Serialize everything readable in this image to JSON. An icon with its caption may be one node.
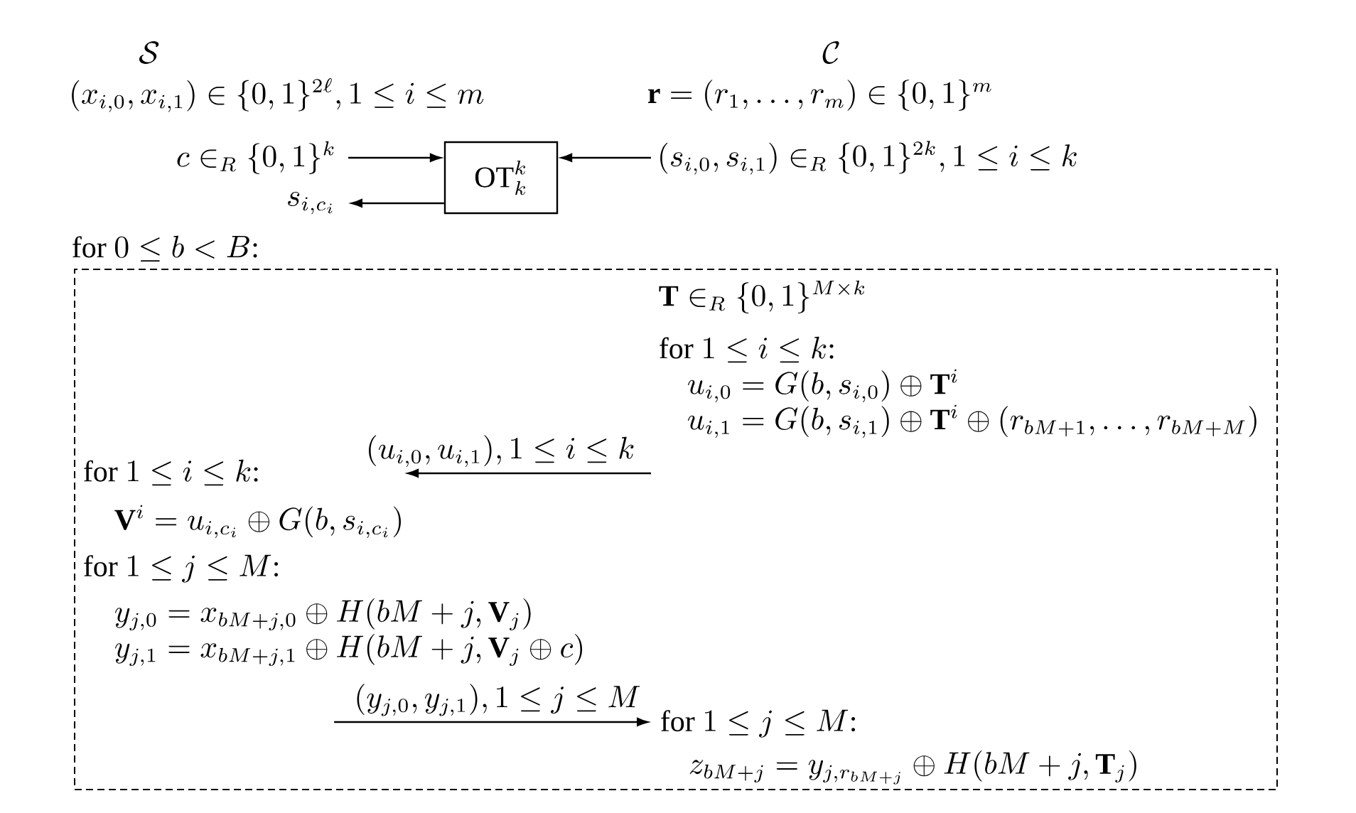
{
  "diagram": {
    "nodes": [
      {
        "text": [
          "c\\in_R\\{0,1\\}^k"
        ]
      },
      {
        "text": [
          "\\mathrm{OT}_k^k"
        ]
      },
      {
        "text": [
          "(s_{i,0},s_{i,1})\\in_R\\{0,1\\}^{2k}, 1\\le i\\le k"
        ]
      },
      {
        "text": [
          "s_{i,c_i}"
        ]
      },
      {
        "text": [
          "\\text{for } 0\\le b<B\\text{:}"
        ]
      },
      {
        "text": [
          "\\mathbf{T}\\in_R\\{0,1\\}^{M\\times k}",
          "\\text{for } 1\\le i\\le k\\text{:}",
          "u_{i,0}=G(b,s_{i,0})\\oplus\\mathbf{T}^i",
          "u_{i,1}=G(b,s_{i,1})\\oplus\\mathbf{T}^i\\oplus(r_{bM+1},\\ldots,r_{bM+M})"
        ],
        "in": 4
      },
      {
        "text": [
          "\\text{for } 1\\le i\\le k\\text{:}",
          "\\mathbf{V}^i=u_{i,c_i}\\oplus G(b,s_{i,c_i})"
        ],
        "in": 4
      },
      {
        "text": [
          "\\text{for } 1\\le j\\le M\\text{:}",
          "y_{j,0}=x_{bM+j,0}\\oplus H(bM+j,\\mathbf{V}_j)",
          "y_{j,1}=x_{bM+j,1}\\oplus H(bM+j,\\mathbf{V}_j\\oplus c)"
        ],
        "in": 4
      },
      {
        "text": [
          "\\text{for } 1\\le j\\le M\\text{:}",
          "z_{bM+j}=y_{j,r_{bM+j}}\\oplus H(bM+j,\\mathbf{T}_j)"
        ],
        "in": 4
      }
    ],
    "edges": [
      {
        "from": 0,
        "to": 1,
        "arrow": "to"
      },
      {
        "from": 2,
        "to": 1,
        "arrow": "to"
      },
      {
        "from": 1,
        "to": 3,
        "arrow": "to"
      },
      {
        "from": 5,
        "to": 6,
        "arrow": "to",
        "label": "(u_{i,0},u_{i,1}), 1\\le i\\le k"
      },
      {
        "from": 7,
        "to": 8,
        "arrow": "to",
        "label": "(y_{j,0},y_{j,1}), 1\\le j\\le M"
      }
    ],
    "labels": [
      "\\mathcal{S}",
      "\\mathcal{C}",
      "(x_{i,0},x_{i,1})\\in\\{0,1\\}^{2\\ell}, 1\\le i\\le m",
      "\\mathbf{r}=(r_1,\\ldots,r_m)\\in\\{0,1\\}^m"
    ]
  }
}
